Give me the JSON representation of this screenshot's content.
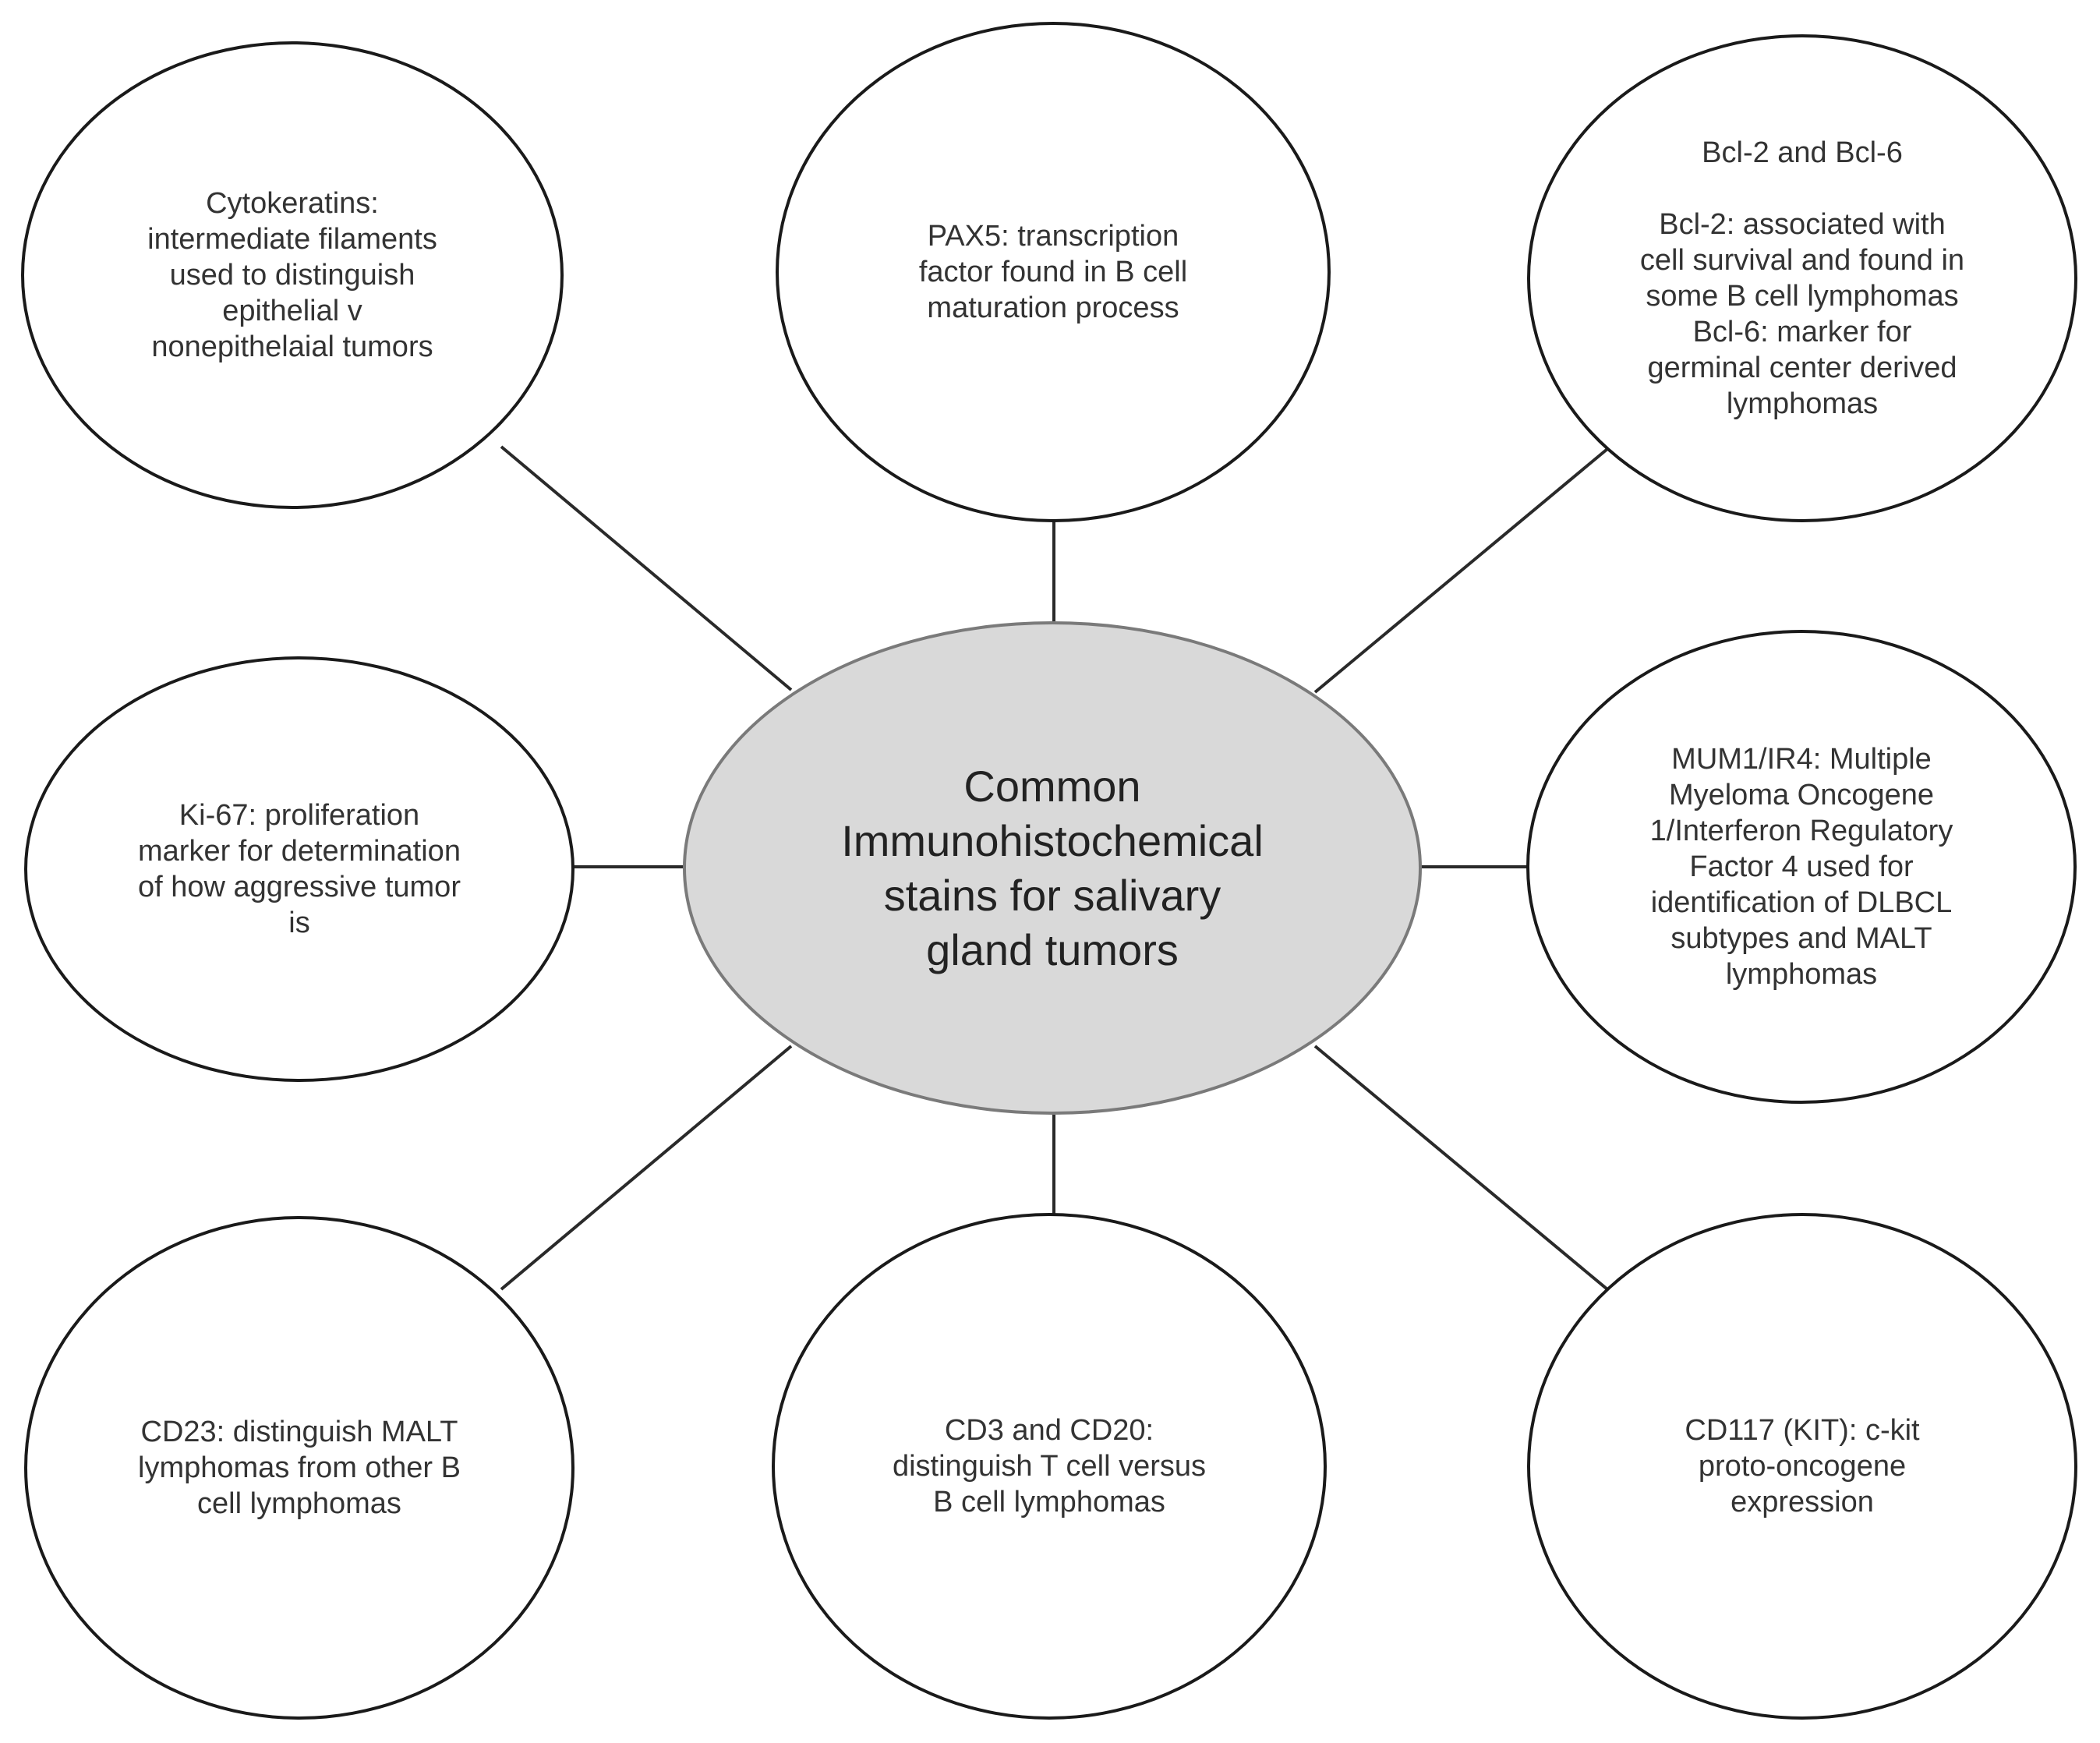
{
  "diagram": {
    "center": {
      "text": "Common\nImmunohistochemical\nstains for salivary\ngland tumors"
    },
    "nodes": [
      {
        "id": "cytokeratins",
        "text": "Cytokeratins:\nintermediate filaments\nused to distinguish\nepithelial v\nnonepithelaial tumors"
      },
      {
        "id": "pax5",
        "text": "PAX5: transcription\nfactor found in B cell\nmaturation process"
      },
      {
        "id": "bcl",
        "text": "Bcl-2 and Bcl-6\n\nBcl-2: associated with\ncell survival and found in\nsome B cell lymphomas\nBcl-6: marker for\ngerminal center derived\nlymphomas"
      },
      {
        "id": "ki67",
        "text": "Ki-67: proliferation\nmarker for determination\nof how aggressive tumor\nis"
      },
      {
        "id": "mum1",
        "text": "MUM1/IR4: Multiple\nMyeloma Oncogene\n1/Interferon Regulatory\nFactor 4 used for\nidentification of DLBCL\nsubtypes and MALT\nlymphomas"
      },
      {
        "id": "cd23",
        "text": "CD23: distinguish MALT\nlymphomas from other B\ncell lymphomas"
      },
      {
        "id": "cd3-cd20",
        "text": "CD3 and CD20:\ndistinguish T cell versus\nB cell lymphomas"
      },
      {
        "id": "cd117",
        "text": "CD117 (KIT): c-kit\nproto-oncogene\nexpression"
      }
    ]
  }
}
